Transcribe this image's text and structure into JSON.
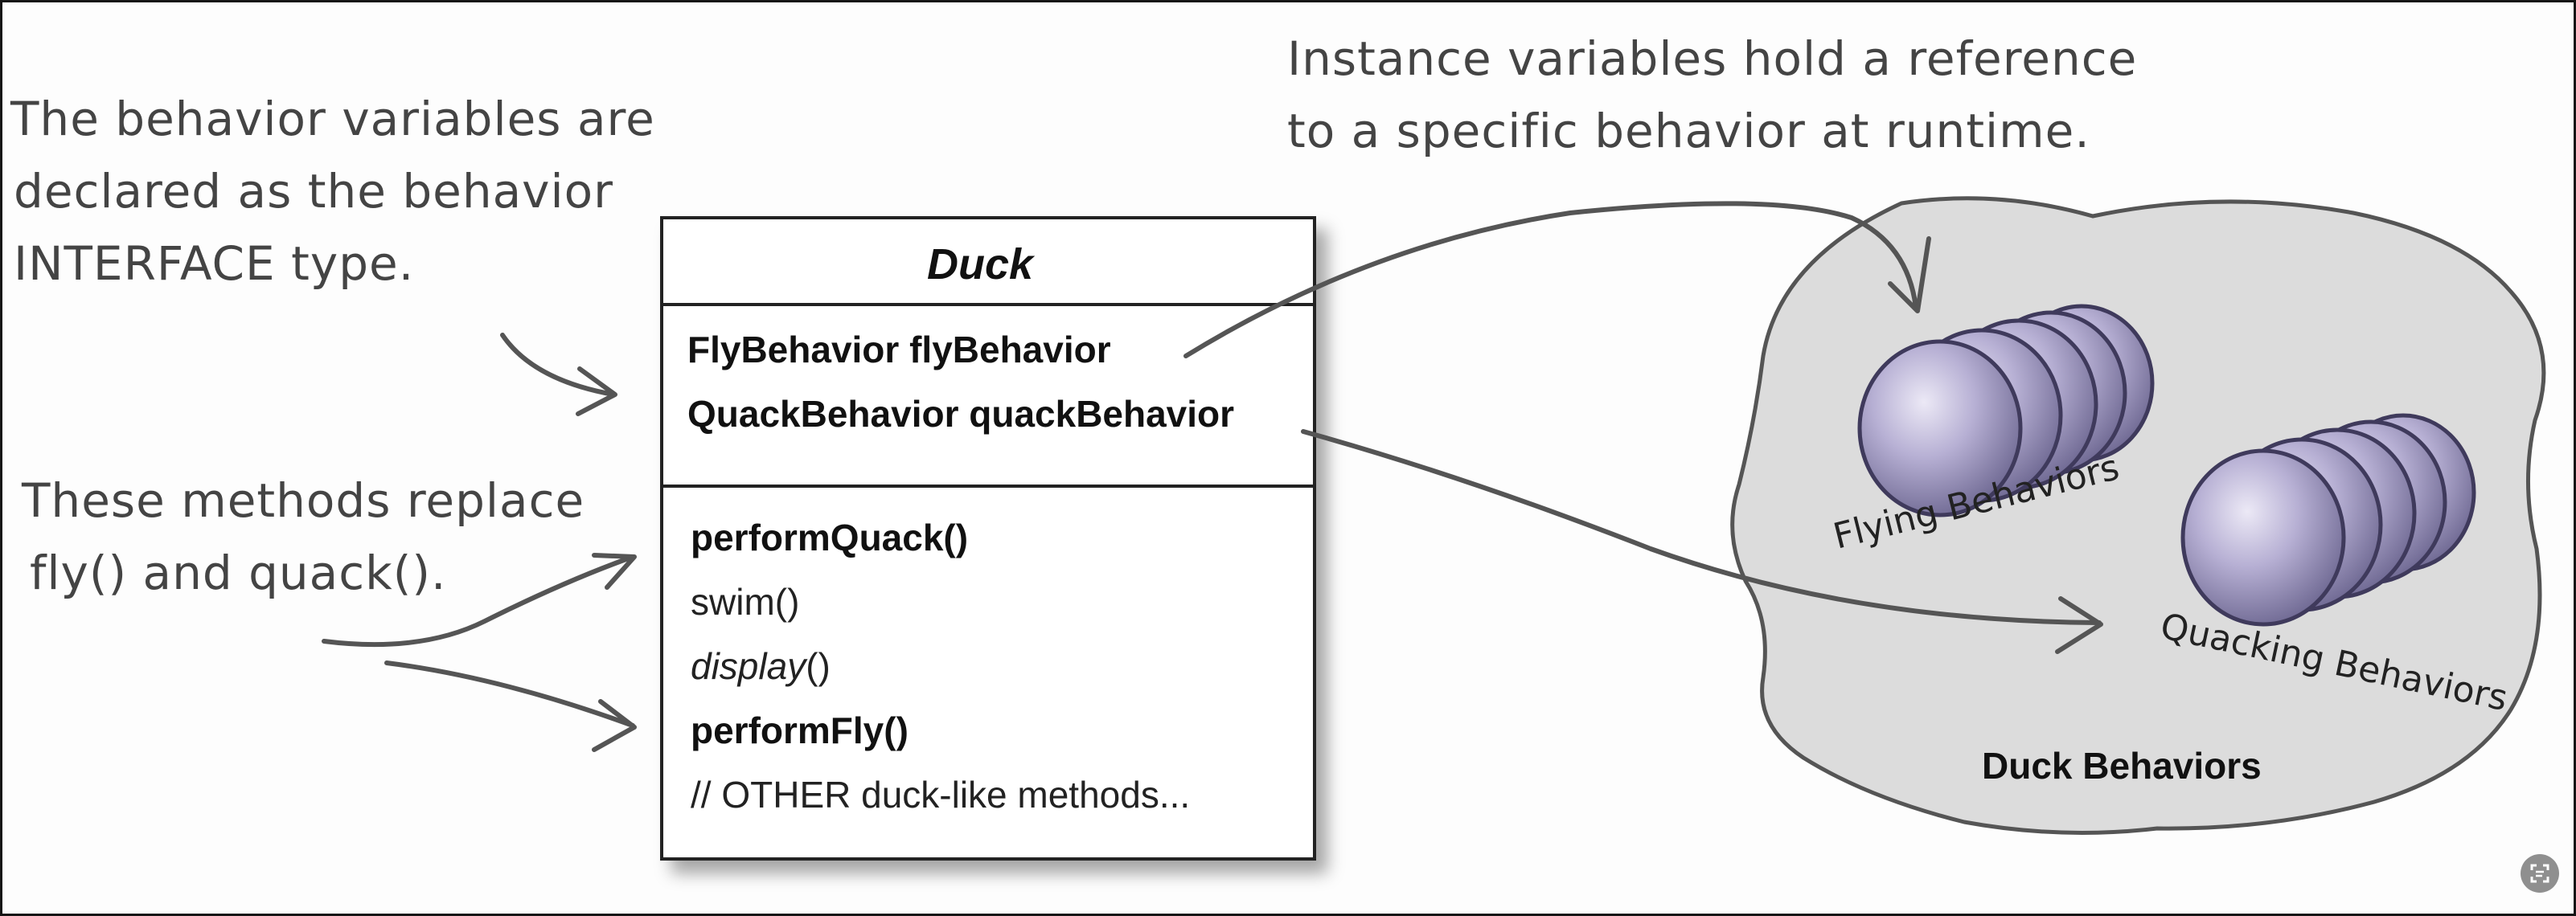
{
  "annotations": {
    "behavior_vars": [
      "The behavior variables are",
      "declared as the behavior",
      "INTERFACE type."
    ],
    "methods_replace": [
      "These methods replace",
      "fly() and quack()."
    ],
    "instance_vars": [
      "Instance variables hold a reference",
      "to a specific behavior at runtime."
    ]
  },
  "duck_class": {
    "name": "Duck",
    "attributes": [
      "FlyBehavior flyBehavior",
      "QuackBehavior quackBehavior"
    ],
    "methods": [
      {
        "text": "performQuack()",
        "style": "bold"
      },
      {
        "text": "swim()",
        "style": "normal"
      },
      {
        "text": "display",
        "suffix": "()",
        "style": "italic"
      },
      {
        "text": "performFly()",
        "style": "bold"
      },
      {
        "text": "// OTHER duck-like methods...",
        "style": "normal"
      }
    ]
  },
  "behaviors": {
    "caption": "Duck Behaviors",
    "flying_label": "Flying Behaviors",
    "quacking_label": "Quacking Behaviors"
  },
  "colors": {
    "blob_fill": "#dcdcdc",
    "blob_stroke": "#555555",
    "disc_fill": "#a8a1c6",
    "disc_stroke": "#4a4566",
    "arrow": "#555555"
  },
  "icons": {
    "corner": "text-recognition-icon"
  }
}
